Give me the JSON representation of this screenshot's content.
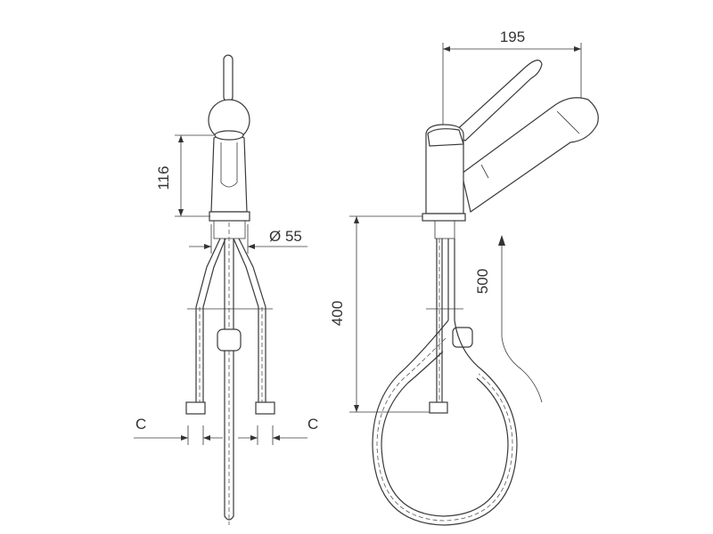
{
  "drawing": {
    "front_view": {
      "height_label": "116",
      "diameter_label": "Ø 55",
      "clearance_left_label": "C",
      "clearance_right_label": "C"
    },
    "side_view": {
      "reach_label": "195",
      "under_height_label": "400",
      "pullout_label": "500"
    },
    "line_color": "#3a3a3a"
  }
}
